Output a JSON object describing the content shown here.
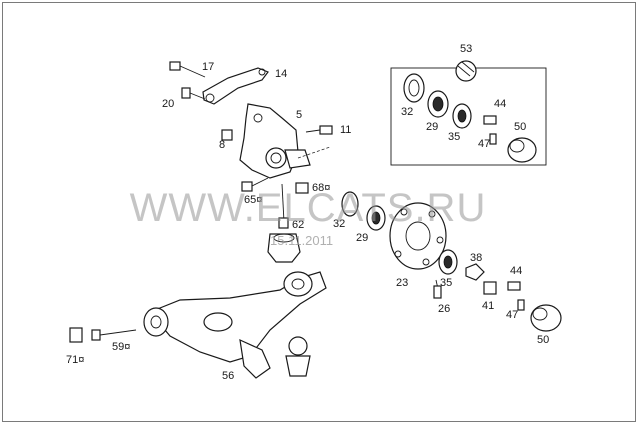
{
  "watermark": {
    "site": "WWW.ELCATS.RU",
    "date": "15.11.2011"
  },
  "callouts": {
    "p53": "53",
    "p14": "14",
    "p17": "17",
    "p20": "20",
    "p5": "5",
    "p11": "11",
    "p8": "8",
    "p32a": "32",
    "p29a": "29",
    "p35a": "35",
    "p44a": "44",
    "p50a": "50",
    "p47a": "47",
    "p68": "68¤",
    "p65": "65¤",
    "p62": "62",
    "p32b": "32",
    "p29b": "29",
    "p23": "23",
    "p35b": "35",
    "p38": "38",
    "p26": "26",
    "p41": "41",
    "p44b": "44",
    "p47b": "47",
    "p50b": "50",
    "p71": "71¤",
    "p59": "59¤",
    "p56": "56"
  }
}
